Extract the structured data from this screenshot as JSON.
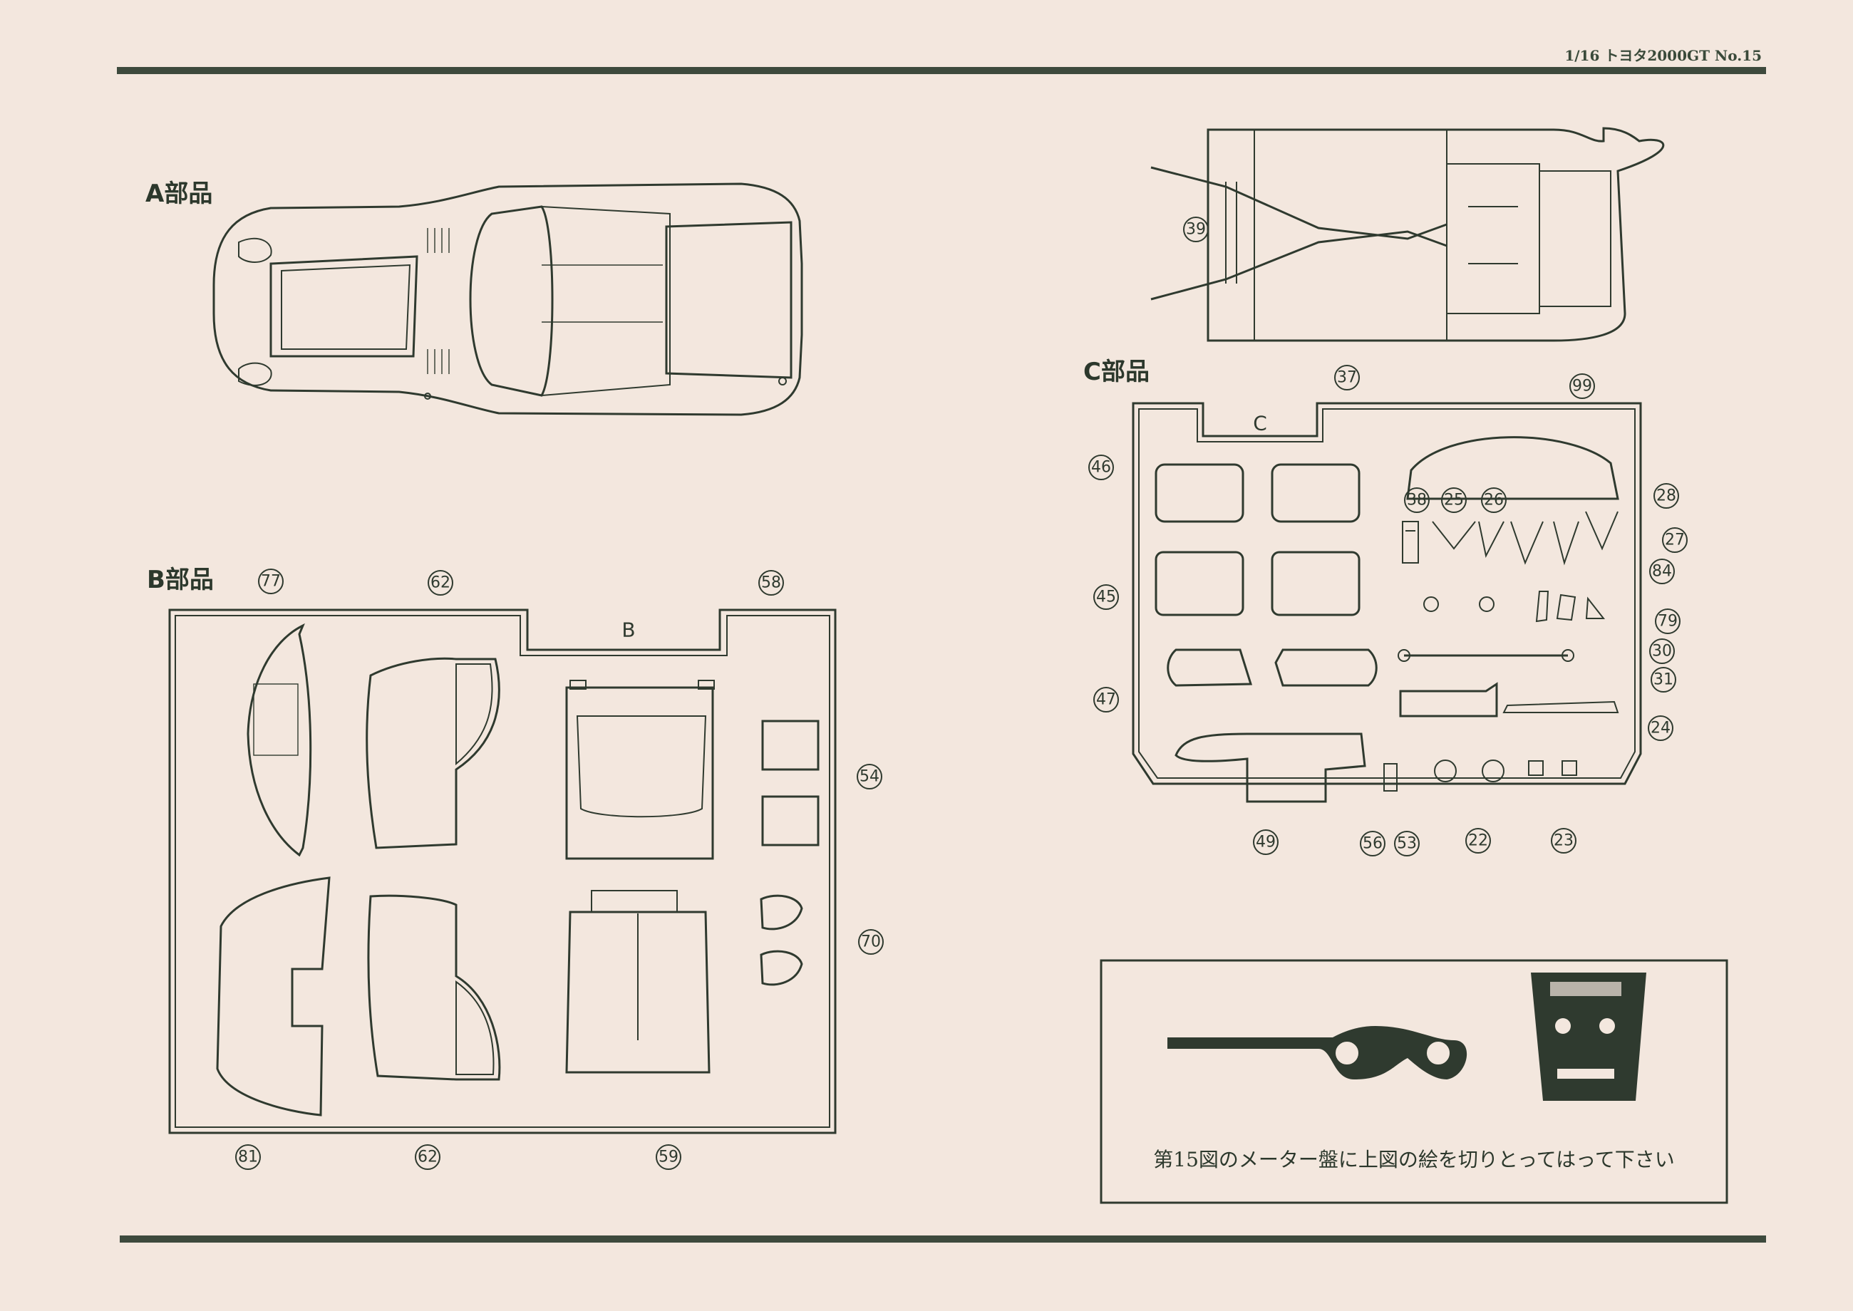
{
  "header": {
    "title": "1/16 トヨタ2000GT No.15"
  },
  "sections": {
    "a": {
      "label": "A部品"
    },
    "b": {
      "label": "B部品",
      "tray_mark": "B"
    },
    "c": {
      "label": "C部品",
      "tray_mark": "C"
    }
  },
  "part_numbers": {
    "b": [
      "77",
      "62",
      "58",
      "54",
      "70",
      "81",
      "62",
      "59"
    ],
    "c": [
      "37",
      "99",
      "46",
      "38",
      "25",
      "26",
      "28",
      "27",
      "84",
      "45",
      "79",
      "30",
      "31",
      "47",
      "24",
      "49",
      "56",
      "53",
      "22",
      "23"
    ],
    "chassis": [
      "39"
    ]
  },
  "note": {
    "caption": "第15図のメーター盤に上図の絵を切りとってはって下さい"
  },
  "colors": {
    "paper": "#f3e7de",
    "ink": "#2f3a2f",
    "rule": "#3d4a3d"
  }
}
